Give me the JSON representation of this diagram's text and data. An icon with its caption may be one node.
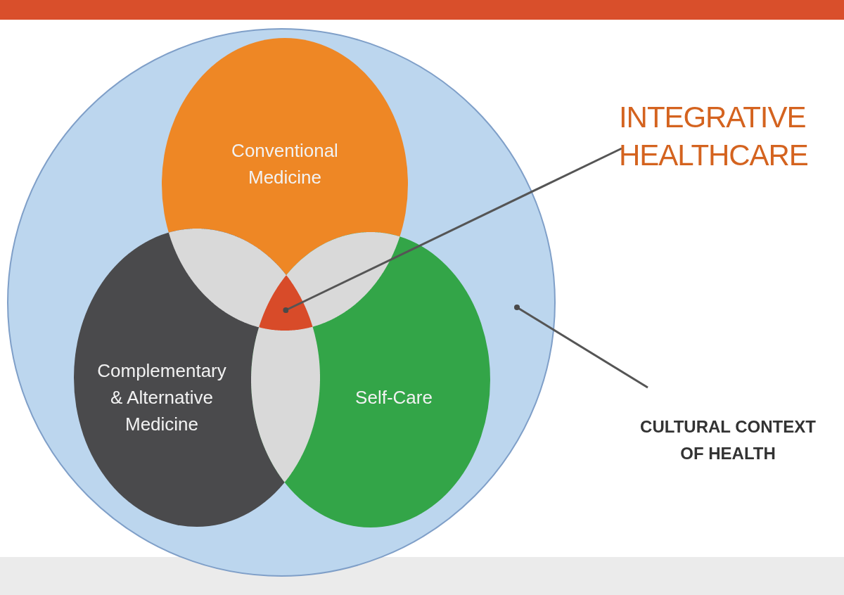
{
  "diagram": {
    "nodes": [
      {
        "text": [],
        "shape": "circle"
      },
      {
        "text": [
          "Conventional Medicine"
        ],
        "in": 0
      },
      {
        "text": [
          "Complementary & Alternative Medicine"
        ],
        "in": 0
      },
      {
        "text": [
          "Self-Care"
        ],
        "in": 0
      },
      {
        "text": [],
        "shape": "triangle",
        "in": 0
      },
      {
        "text": [
          "INTEGRATIVE HEALTHCARE"
        ]
      },
      {
        "text": [
          "CULTURAL CONTEXT OF HEALTH"
        ]
      }
    ],
    "edges": [
      {
        "from": 5,
        "to": 4,
        "arrow": "other"
      },
      {
        "from": 6,
        "to": 0,
        "arrow": "other"
      }
    ]
  }
}
